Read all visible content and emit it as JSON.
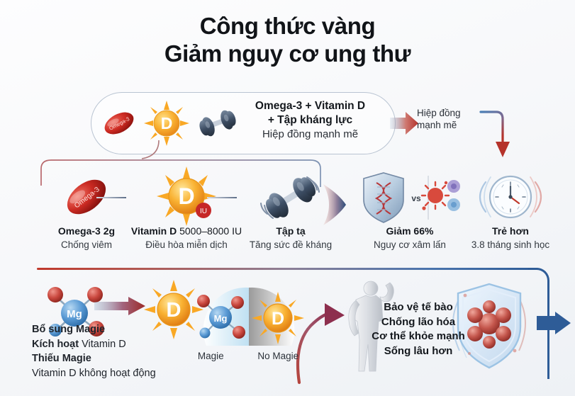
{
  "title": {
    "line1": "Công thức vàng",
    "line2": "Giảm nguy cơ ung thư"
  },
  "section_formula": {
    "headline_1": "Omega-3 + Vitamin D",
    "headline_2": "+ Tập kháng lực",
    "subline": "Hiệp đồng mạnh mẽ",
    "synergy_label_1": "Hiệp đồng",
    "synergy_label_2": "mạnh mẽ",
    "icons": [
      "omega3-capsule-icon",
      "vitamin-d-sun-icon",
      "dumbbell-icon"
    ]
  },
  "section_components": {
    "items": [
      {
        "icon": "omega3-capsule-icon",
        "capsule_label": "Omega-3",
        "title_bold": "Omega-3 2g",
        "title_regular": "",
        "subtitle": "Chống viêm"
      },
      {
        "icon": "vitamin-d-sun-icon",
        "sun_letter": "D",
        "badge": "IU",
        "title_bold": "Vitamin D",
        "title_regular": "5000–8000 IU",
        "subtitle": "Điều hòa miễn dịch"
      },
      {
        "icon": "dumbbell-icon",
        "title_bold": "Tập tạ",
        "title_regular": "",
        "subtitle": "Tăng sức đề kháng"
      }
    ],
    "results": [
      {
        "icon": "shield-dna-vs-virus-icon",
        "vs_label": "vs",
        "title_bold": "Giảm 66%",
        "title_regular": "",
        "subtitle": "Nguy cơ xâm lấn"
      },
      {
        "icon": "clock-icon",
        "title_bold": "Trẻ hơn",
        "title_regular": "",
        "subtitle": "3.8 tháng sinh học"
      }
    ]
  },
  "section_magnesium": {
    "molecule_label": "Mg",
    "sun_letter": "D",
    "text_lines": [
      {
        "bold": "Bổ sung Magie",
        "regular": ""
      },
      {
        "bold": "Kích hoạt",
        "regular": " Vitamin D"
      },
      {
        "bold": "Thiếu Magie",
        "regular": ""
      },
      {
        "bold": "",
        "regular": "Vitamin D không hoạt động"
      }
    ],
    "compare_left_label": "Magie",
    "compare_right_label": "No Magie",
    "outcome_lines": [
      "Bảo vệ tế bào",
      "Chống lão hóa",
      "Cơ thể khỏe mạnh",
      "Sống lâu hơn"
    ],
    "icons": [
      "mg-molecule-icon",
      "vitamin-d-sun-icon",
      "human-body-icon",
      "shield-cells-icon"
    ]
  },
  "colors": {
    "accent_red": "#c0392b",
    "accent_blue": "#2e5c97",
    "sun_gold": "#f5a623",
    "capsule_red": "#c0262a",
    "mg_blue": "#5b9bd5",
    "text_dark": "#14181d"
  }
}
